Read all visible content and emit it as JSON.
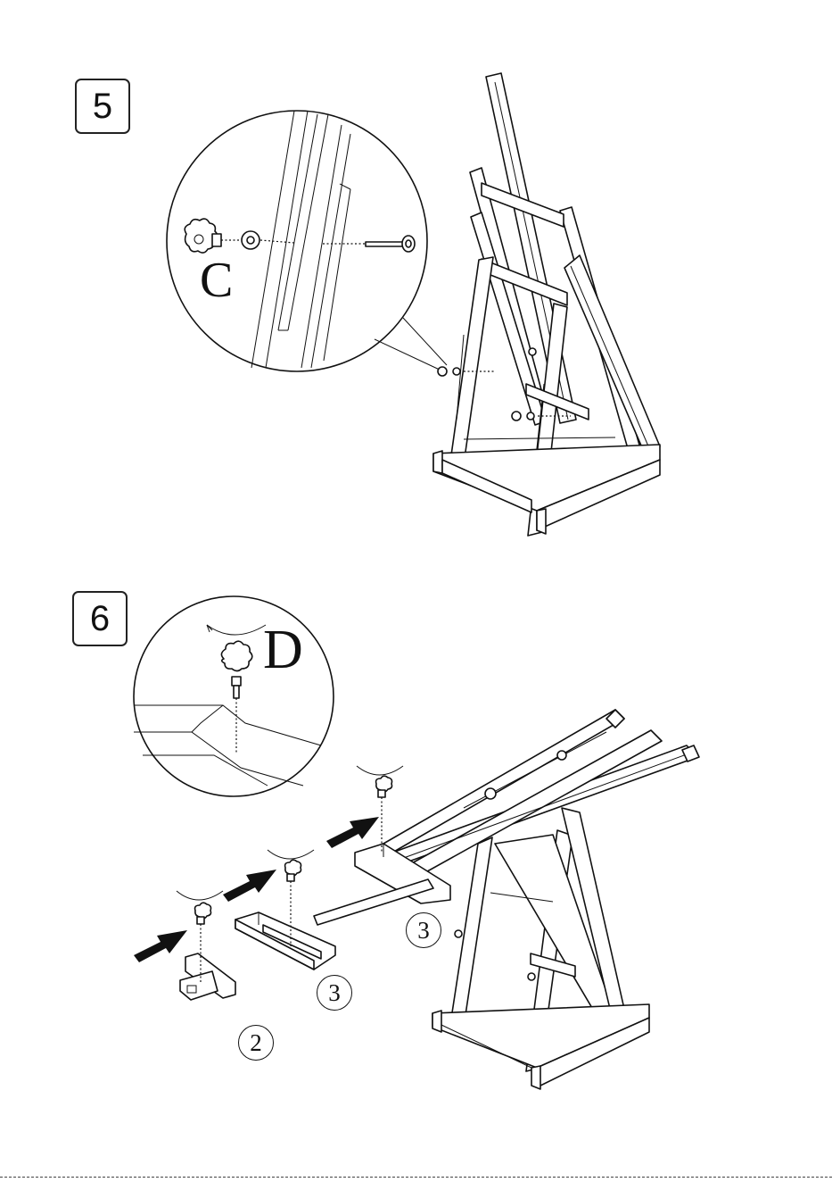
{
  "steps": [
    {
      "number": "5",
      "part_letter": "C"
    },
    {
      "number": "6",
      "part_letter": "D"
    }
  ],
  "part_numbers": {
    "tray_support": "3",
    "tray_shelf": "3",
    "clamp_block": "2"
  },
  "icons": [
    "knob-icon",
    "washer-icon",
    "bolt-icon",
    "arrow-icon",
    "rotate-icon"
  ]
}
